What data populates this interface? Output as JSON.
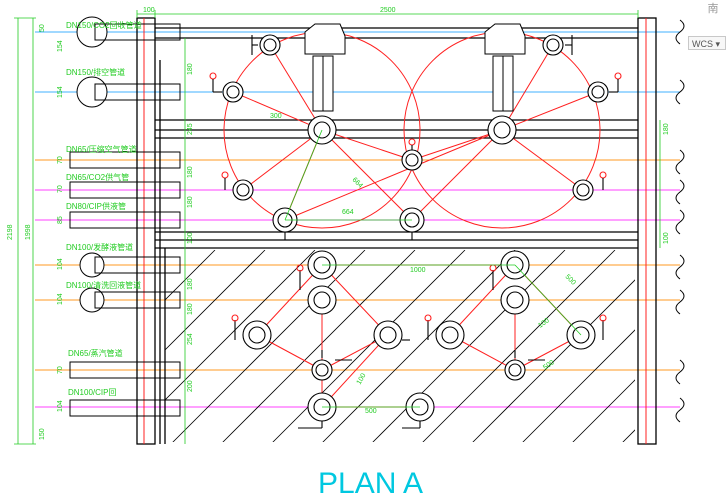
{
  "title": "PLAN A",
  "view_controls": {
    "wcs_label": "WCS",
    "wcs_arrow": "▾",
    "compass_glyph": "南"
  },
  "pipe_labels": [
    "DN150/CO2回收管道",
    "DN150/排空管道",
    "DN65/压缩空气管道",
    "DN65/CO2供气管",
    "DN80/CIP供液管",
    "DN100/发酵液管道",
    "DN100/清洗回液管道",
    "DN65/蒸汽管道",
    "DN100/CIP回"
  ],
  "dimensions": {
    "top_left": "100",
    "top_total": "2500",
    "height_total": "2198",
    "height_inner": "1998",
    "left_stack": [
      "50",
      "154",
      "154",
      "70",
      "70",
      "85",
      "104",
      "104",
      "70",
      "104",
      "150"
    ],
    "right_stack": [
      "180",
      "100"
    ],
    "frame_stack": [
      "180",
      "245",
      "180",
      "180",
      "100",
      "180",
      "180",
      "254",
      "200"
    ],
    "in_plan": [
      "300",
      "664",
      "664",
      "1000",
      "500",
      "100",
      "500",
      "500",
      "100"
    ]
  },
  "colors": {
    "frame": "#000000",
    "pipe_red": "#ff2020",
    "pipe_magenta": "#ff40ff",
    "pipe_cyan": "#40b0ff",
    "pipe_orange": "#ff9a20",
    "dim_green": "#22cc22",
    "title_cyan": "#00c8e0"
  },
  "icons": [
    "compass-icon",
    "wcs-dropdown-icon"
  ]
}
